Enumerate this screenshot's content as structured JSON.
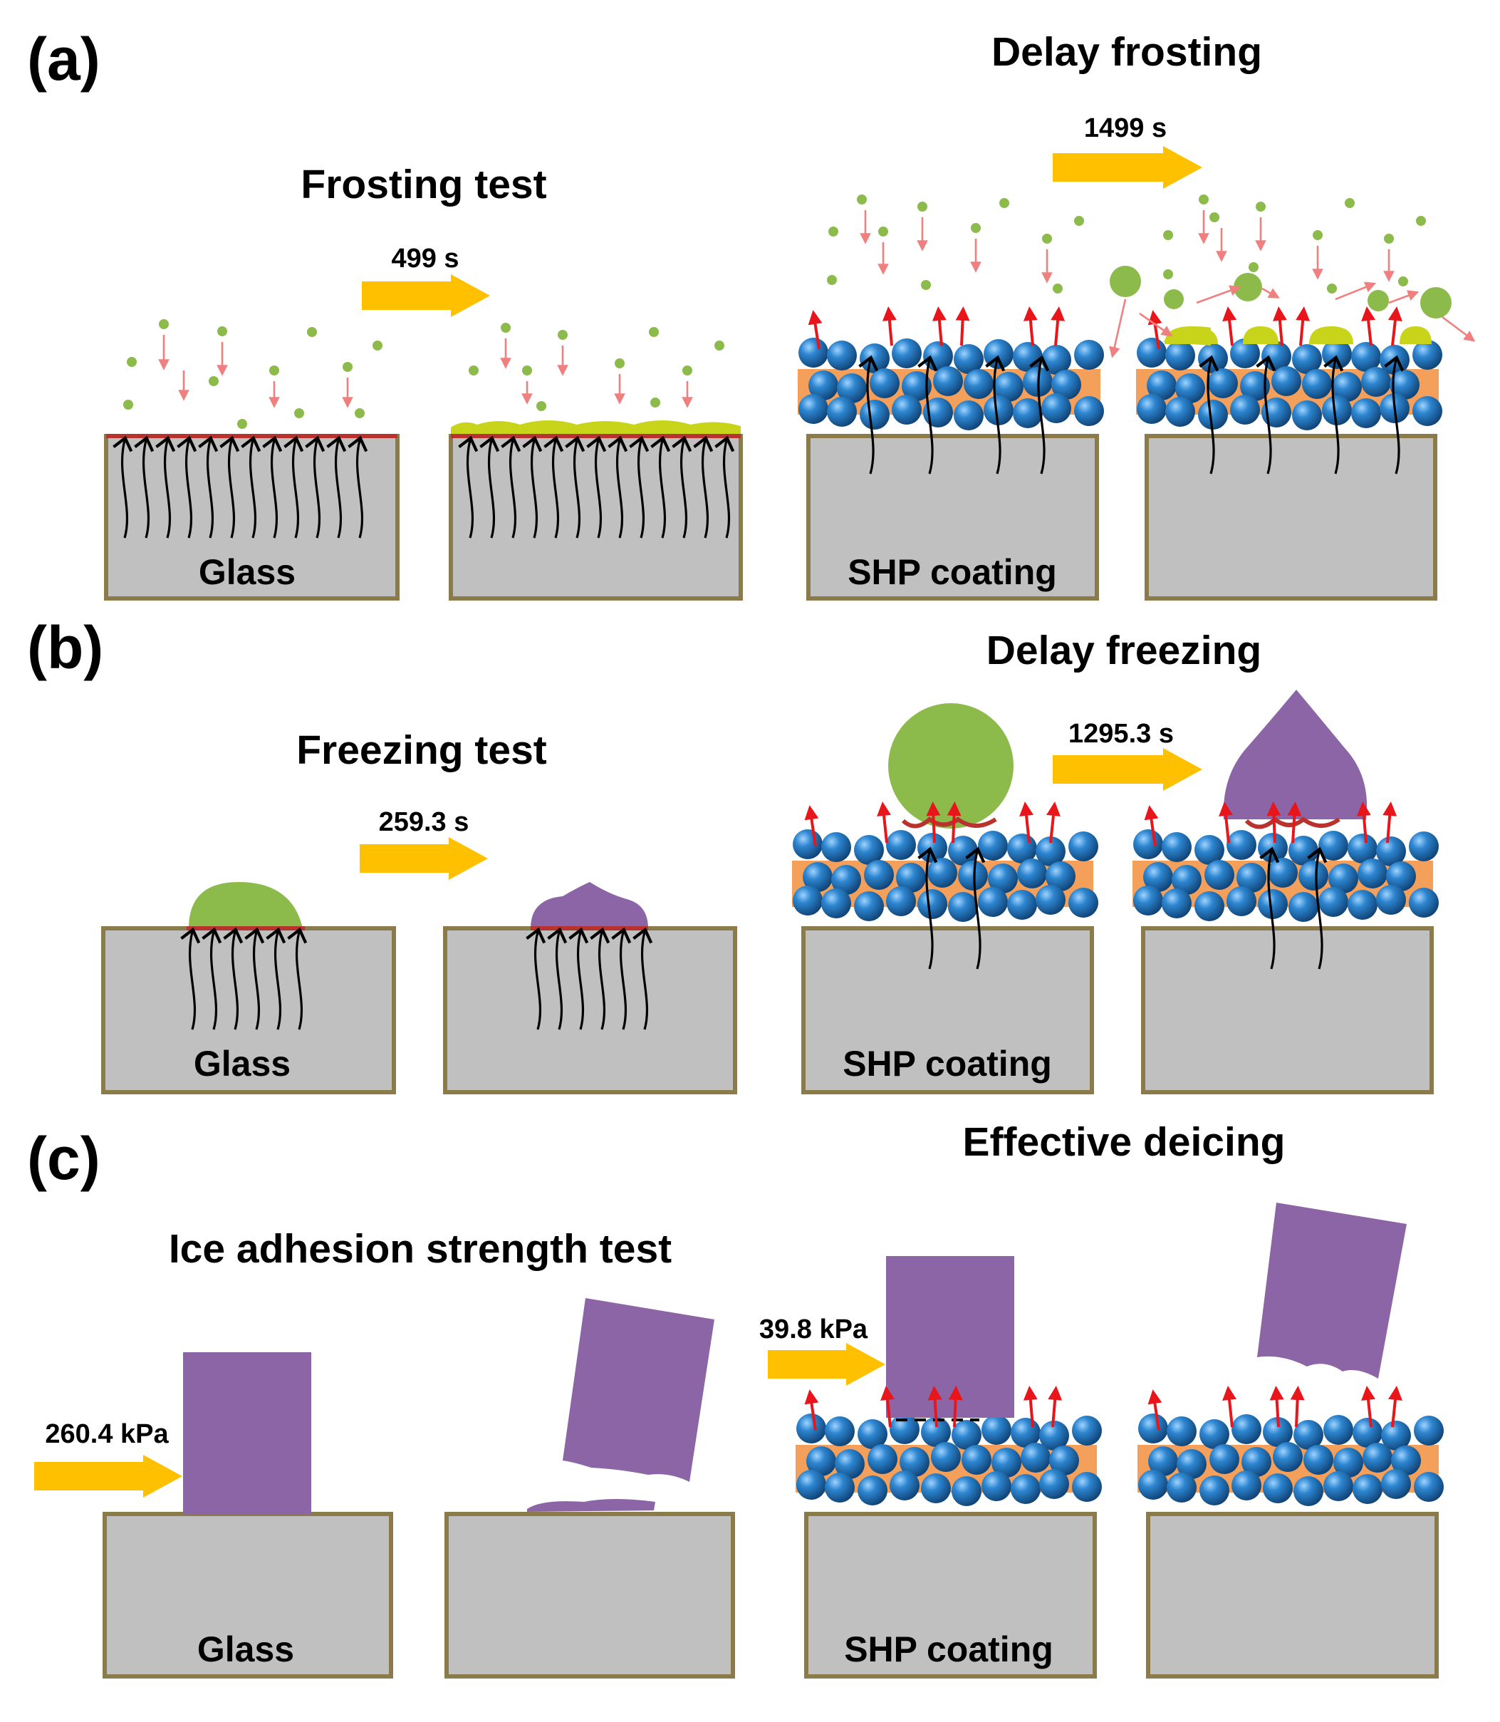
{
  "panels": {
    "a": {
      "letter": "(a)",
      "left_title": "Frosting test",
      "left_time": "499 s",
      "right_title": "Delay frosting",
      "right_time": "1499 s",
      "glass_label": "Glass",
      "coating_label": "SHP coating"
    },
    "b": {
      "letter": "(b)",
      "left_title": "Freezing test",
      "left_time": "259.3 s",
      "right_title": "Delay freezing",
      "right_time": "1295.3 s",
      "glass_label": "Glass",
      "coating_label": "SHP coating"
    },
    "c": {
      "letter": "(c)",
      "left_title": "Ice adhesion strength test",
      "left_force": "260.4 kPa",
      "right_title": "Effective deicing",
      "right_force": "39.8 kPa",
      "glass_label": "Glass",
      "coating_label": "SHP coating"
    }
  },
  "colors": {
    "substrate_fill": "#c0c0c0",
    "substrate_border": "#8b7a4a",
    "arrow_orange": "#ffc000",
    "water_green": "#8cbb4c",
    "ice_purple": "#8b65a5",
    "frost_yellow": "#c8d41a",
    "sphere_blue": "#1e6fb6",
    "matrix_orange": "#f5a05a",
    "heat_red": "#e8151b",
    "vapor_pink": "#f08080",
    "interface_red": "#b8332e"
  }
}
